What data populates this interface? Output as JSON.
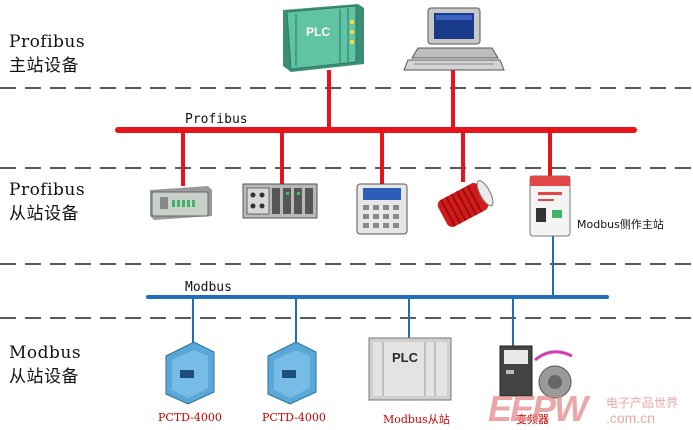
{
  "tiers": {
    "master": {
      "line1": "Profibus",
      "line2": "主站设备"
    },
    "slave": {
      "line1": "Profibus",
      "line2": "从站设备"
    },
    "modbus": {
      "line1": "Modbus",
      "line2": "从站设备"
    }
  },
  "buses": {
    "profibus": {
      "label": "Profibus",
      "color": "#e8141c"
    },
    "modbus": {
      "label": "Modbus",
      "color": "#1f6fb8"
    }
  },
  "devices": {
    "plc_master_text": "PLC",
    "plc_slave_text": "PLC",
    "gateway_caption": "Modbus侧作主站",
    "modbus_devices": [
      "PCTD-4000",
      "PCTD-4000",
      "Modbus从站",
      "变频器"
    ]
  },
  "watermark": {
    "logo": "EEPW",
    "site": ".com.cn",
    "tagline": "电子产品世界"
  },
  "colors": {
    "profibus_red": "#e8141c",
    "modbus_blue": "#1f6fb8",
    "plc_green": "#4fb89a"
  }
}
